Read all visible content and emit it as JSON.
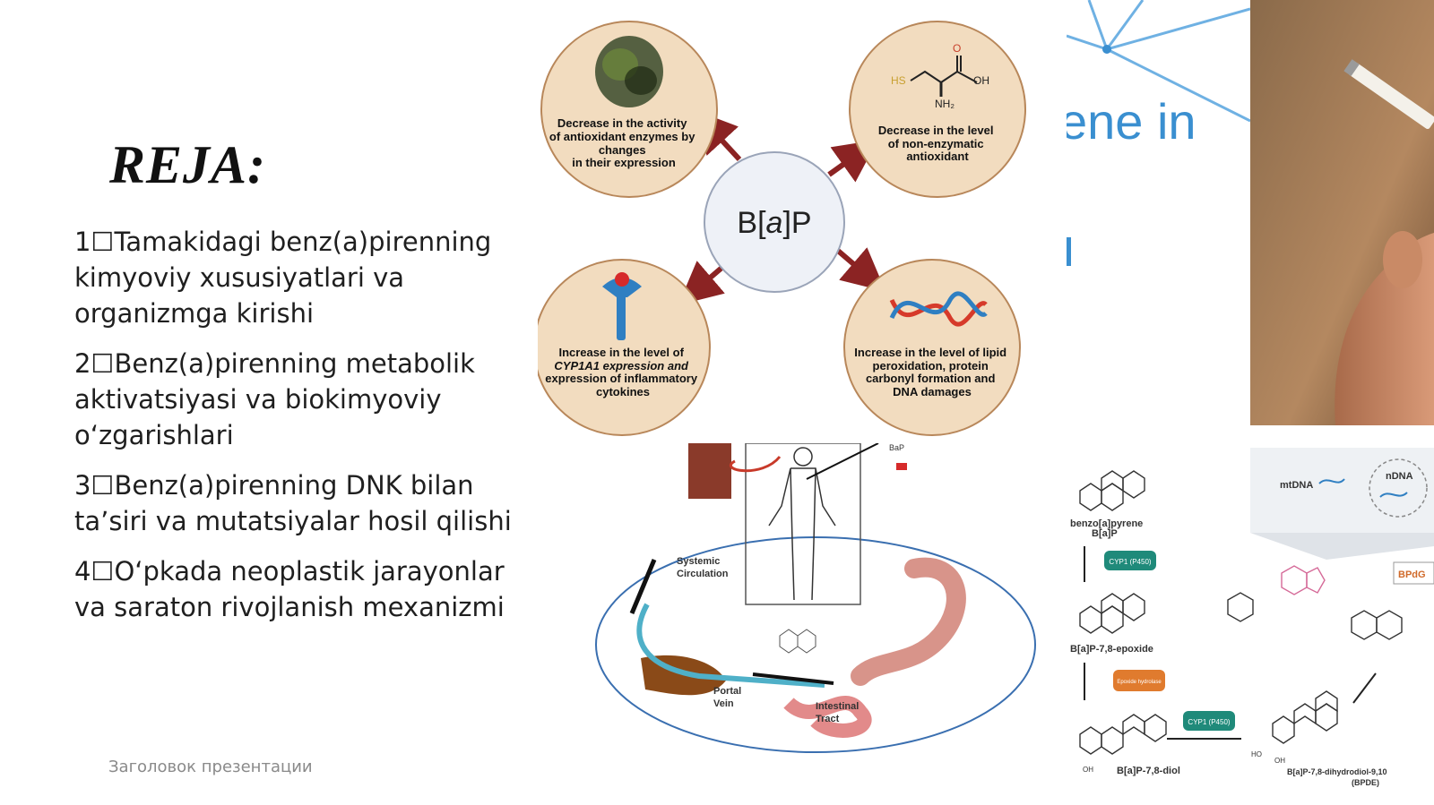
{
  "slide": {
    "title": "REJA:",
    "items": [
      {
        "num": "1",
        "text": "Tamakidagi benz(a)pirenning kimyoviy xususiyatlari va organizmga kirishi"
      },
      {
        "num": "2",
        "text": "Benz(a)pirenning metabolik aktivatsiyasi va biokimyoviy o‘zgarishlari"
      },
      {
        "num": "3",
        "text": "Benz(a)pirenning DNK bilan ta’siri va mutatsiyalar hosil qilishi"
      },
      {
        "num": "4",
        "text": "O‘pkada neoplastik jarayonlar va saraton rivojlanish mexanizmi"
      }
    ],
    "footer": "Заголовок презентации"
  },
  "diagram_top": {
    "center": {
      "pre": "B[",
      "italic": "a",
      "post": "]P"
    },
    "nodes": [
      {
        "lines": [
          "Decrease in the activity",
          "of antioxidant enzymes by",
          "changes",
          "in their expression"
        ]
      },
      {
        "lines": [
          "Decrease in the level",
          "of non-enzymatic",
          "antioxidant"
        ]
      },
      {
        "lines": [
          "Increase in the level of",
          "CYP1A1 expression and",
          "expression of inflammatory",
          "cytokines"
        ]
      },
      {
        "lines": [
          "Increase in the level of lipid",
          "peroxidation, protein",
          "carbonyl formation and",
          "DNA damages"
        ]
      }
    ],
    "molecule_labels": {
      "hs": "HS",
      "o": "O",
      "oh": "OH",
      "nh2": "NH₂"
    }
  },
  "diagram_body": {
    "systemic": [
      "Systemic",
      "Circulation"
    ],
    "portal": [
      "Portal",
      "Vein"
    ],
    "intestinal": [
      "Intestinal",
      "Tract"
    ],
    "bap_small": "BaP"
  },
  "diagram_chem": {
    "bap_name": "benzo[a]pyrene",
    "bap_short": "B[a]P",
    "epoxide": "B[a]P-7,8-epoxide",
    "diol": "B[a]P-7,8-diol",
    "bpde_name": "B[a]P-7,8-dihydrodiol-9,10",
    "bpde_short": "(BPDE)",
    "cyp1": "CYP1 (P450)",
    "cyp2": "CYP1 (P450)",
    "epoxide_hydrolase": "Epoxide hydrolase",
    "mtdna": "mtDNA",
    "ndna": "nDNA",
    "bpdg": "BPdG",
    "oh": "OH",
    "ho": "HO"
  },
  "bg_graphic": {
    "text": "ene in"
  },
  "colors": {
    "circle_fill": "#f2dcbf",
    "circle_stroke": "#b8875a",
    "arrow": "#8b2323",
    "teal": "#1f8a7a",
    "orange": "#e07b2e",
    "blue_line": "#3a8fd0"
  }
}
